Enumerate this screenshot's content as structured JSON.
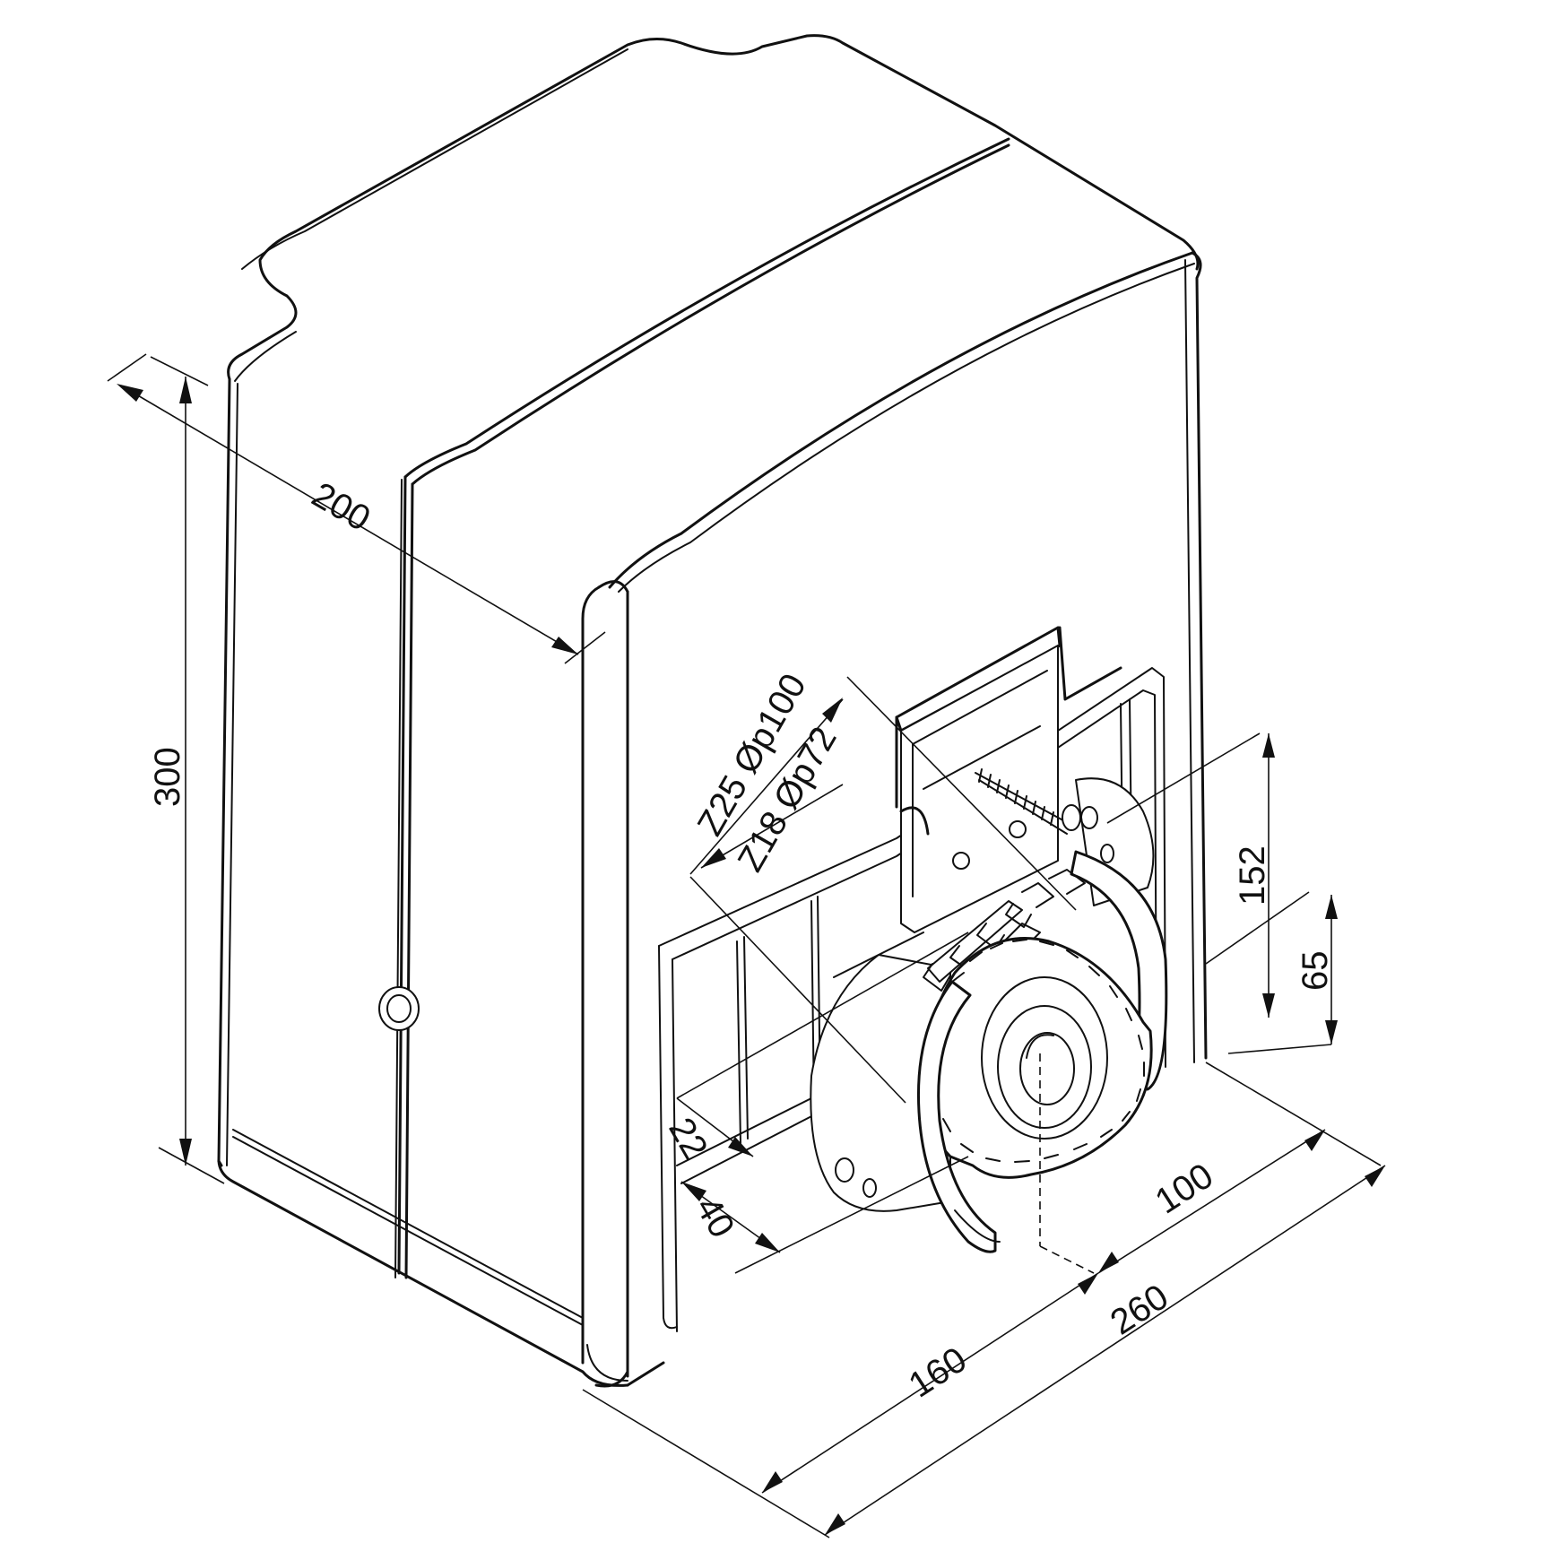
{
  "dimensions": {
    "depth": "200",
    "height": "300",
    "gear_spec_outer": "Z25 Øp100",
    "gear_spec_inner": "Z18 Øp72",
    "height_152": "152",
    "height_65": "65",
    "offset_22": "22",
    "offset_40": "40",
    "width_100": "100",
    "width_160": "160",
    "width_260": "260"
  }
}
